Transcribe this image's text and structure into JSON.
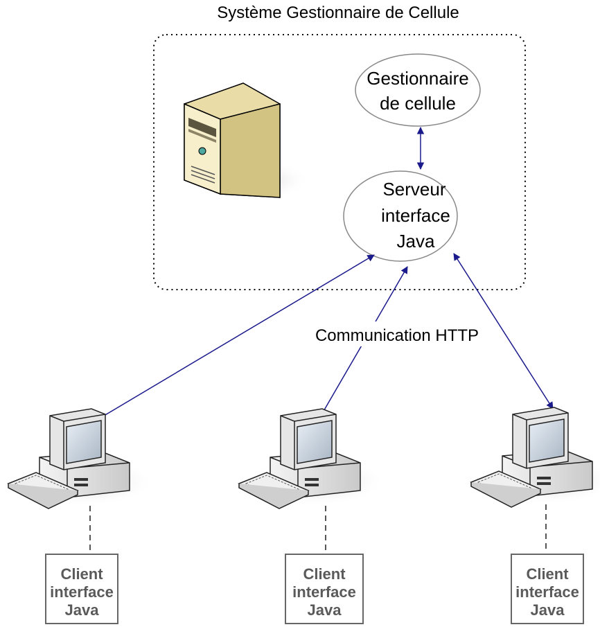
{
  "title": "Système Gestionnaire de Cellule",
  "manager": {
    "line1": "Gestionnaire",
    "line2": "de cellule"
  },
  "server": {
    "line1": "Serveur",
    "line2": "interface",
    "line3": "Java"
  },
  "connection_label": "Communication HTTP",
  "clients": [
    {
      "line1": "Client",
      "line2": "interface",
      "line3": "Java"
    },
    {
      "line1": "Client",
      "line2": "interface",
      "line3": "Java"
    },
    {
      "line1": "Client",
      "line2": "interface",
      "line3": "Java"
    }
  ],
  "colors": {
    "arrow": "#1a1a8c",
    "client_text": "#5a5a5a",
    "server_body": "#f3e7b8",
    "server_side": "#d8c98a"
  },
  "icons": {
    "server": "tower-server-icon",
    "client": "desktop-computer-icon"
  }
}
